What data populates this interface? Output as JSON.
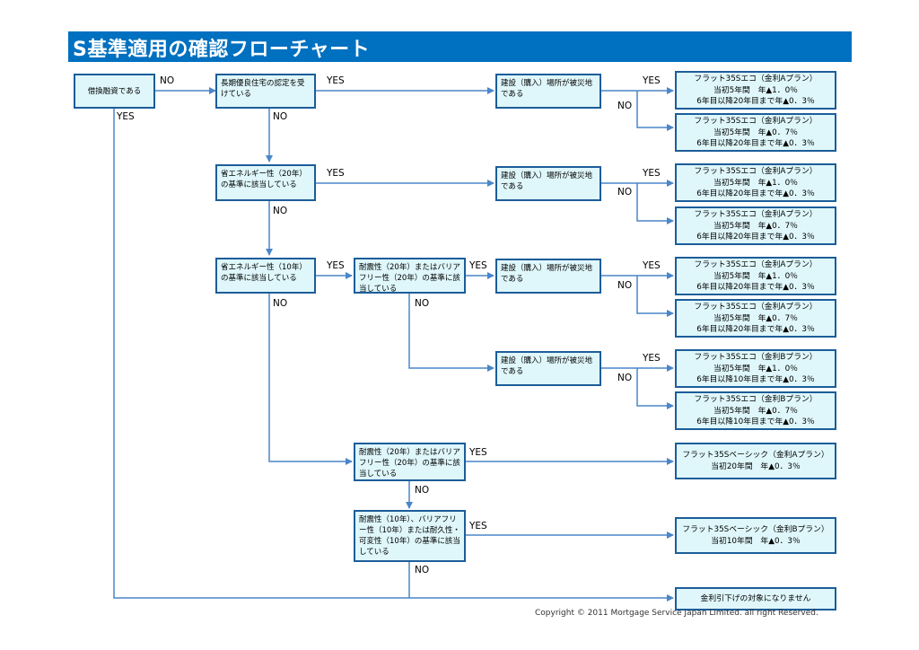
{
  "title": "S基準適用の確認フローチャート",
  "labels": {
    "yes": "YES",
    "no": "NO"
  },
  "questions": {
    "q1": "借換融資である",
    "q2": "長期優良住宅の認定を受けている",
    "q3": "省エネルギー性（20年）の基準に該当している",
    "q4": "省エネルギー性（10年）の基準に該当している",
    "q5": "耐震性（20年）またはバリアフリー性（20年）の基準に該当している",
    "q6": "耐震性（20年）またはバリアフリー性（20年）の基準に該当している",
    "q7": "耐震性（10年）、バリアフリー性（10年）または耐久性・可変性（10年）の基準に該当している",
    "disaster": "建設（購入）場所が被災地である"
  },
  "results": {
    "eco_a_10": [
      "フラット35Sエコ（金利Aプラン）",
      "当初5年間　年▲1．0％",
      "6年目以降20年目まで年▲0．3％"
    ],
    "eco_a_07": [
      "フラット35Sエコ（金利Aプラン）",
      "当初5年間　年▲0．7％",
      "6年目以降20年目まで年▲0．3％"
    ],
    "eco_b_10": [
      "フラット35Sエコ（金利Bプラン）",
      "当初5年間　年▲1．0％",
      "6年目以降10年目まで年▲0．3％"
    ],
    "eco_b_07": [
      "フラット35Sエコ（金利Bプラン）",
      "当初5年間　年▲0．7％",
      "6年目以降10年目まで年▲0．3％"
    ],
    "basic_a": [
      "フラット35Sベーシック（金利Aプラン）",
      "当初20年間　年▲0．3％"
    ],
    "basic_b": [
      "フラット35Sベーシック（金利Bプラン）",
      "当初10年間　年▲0．3％"
    ],
    "none": "金利引下げの対象になりません"
  },
  "copyright": "Copyright © 2011 Mortgage Service Japan Limited. all right Reserved."
}
